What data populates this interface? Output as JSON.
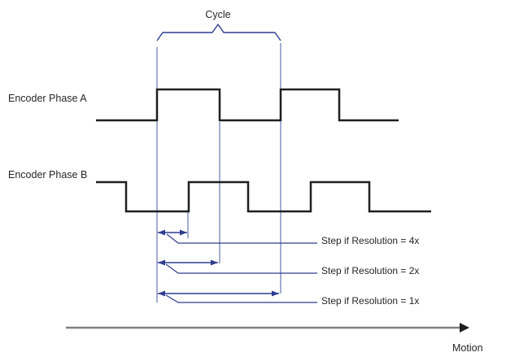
{
  "diagram": {
    "cycle_label": "Cycle",
    "signals": [
      {
        "label": "Encoder Phase A"
      },
      {
        "label": "Encoder Phase B"
      }
    ],
    "step_annotations": [
      {
        "label": "Step if Resolution = 4x"
      },
      {
        "label": "Step if Resolution = 2x"
      },
      {
        "label": "Step if Resolution = 1x"
      }
    ],
    "motion_label": "Motion",
    "colors": {
      "waveform_black": "#1f1f1f",
      "annotation_blue": "#2e3d8f",
      "reference_line_blue": "#7381bb",
      "motion_line_gray": "#7f7f7f",
      "text": "#262626"
    }
  },
  "waveforms": {
    "phase_a_points": "118,148 193,148 193,110 270,110 270,148 345,148 345,110 417,110 417,148 490,148",
    "phase_b_points": "118,224 155,224 155,260 232,260 232,224 305,224 305,260 382,260 382,224 454,224 454,260 530,260"
  }
}
